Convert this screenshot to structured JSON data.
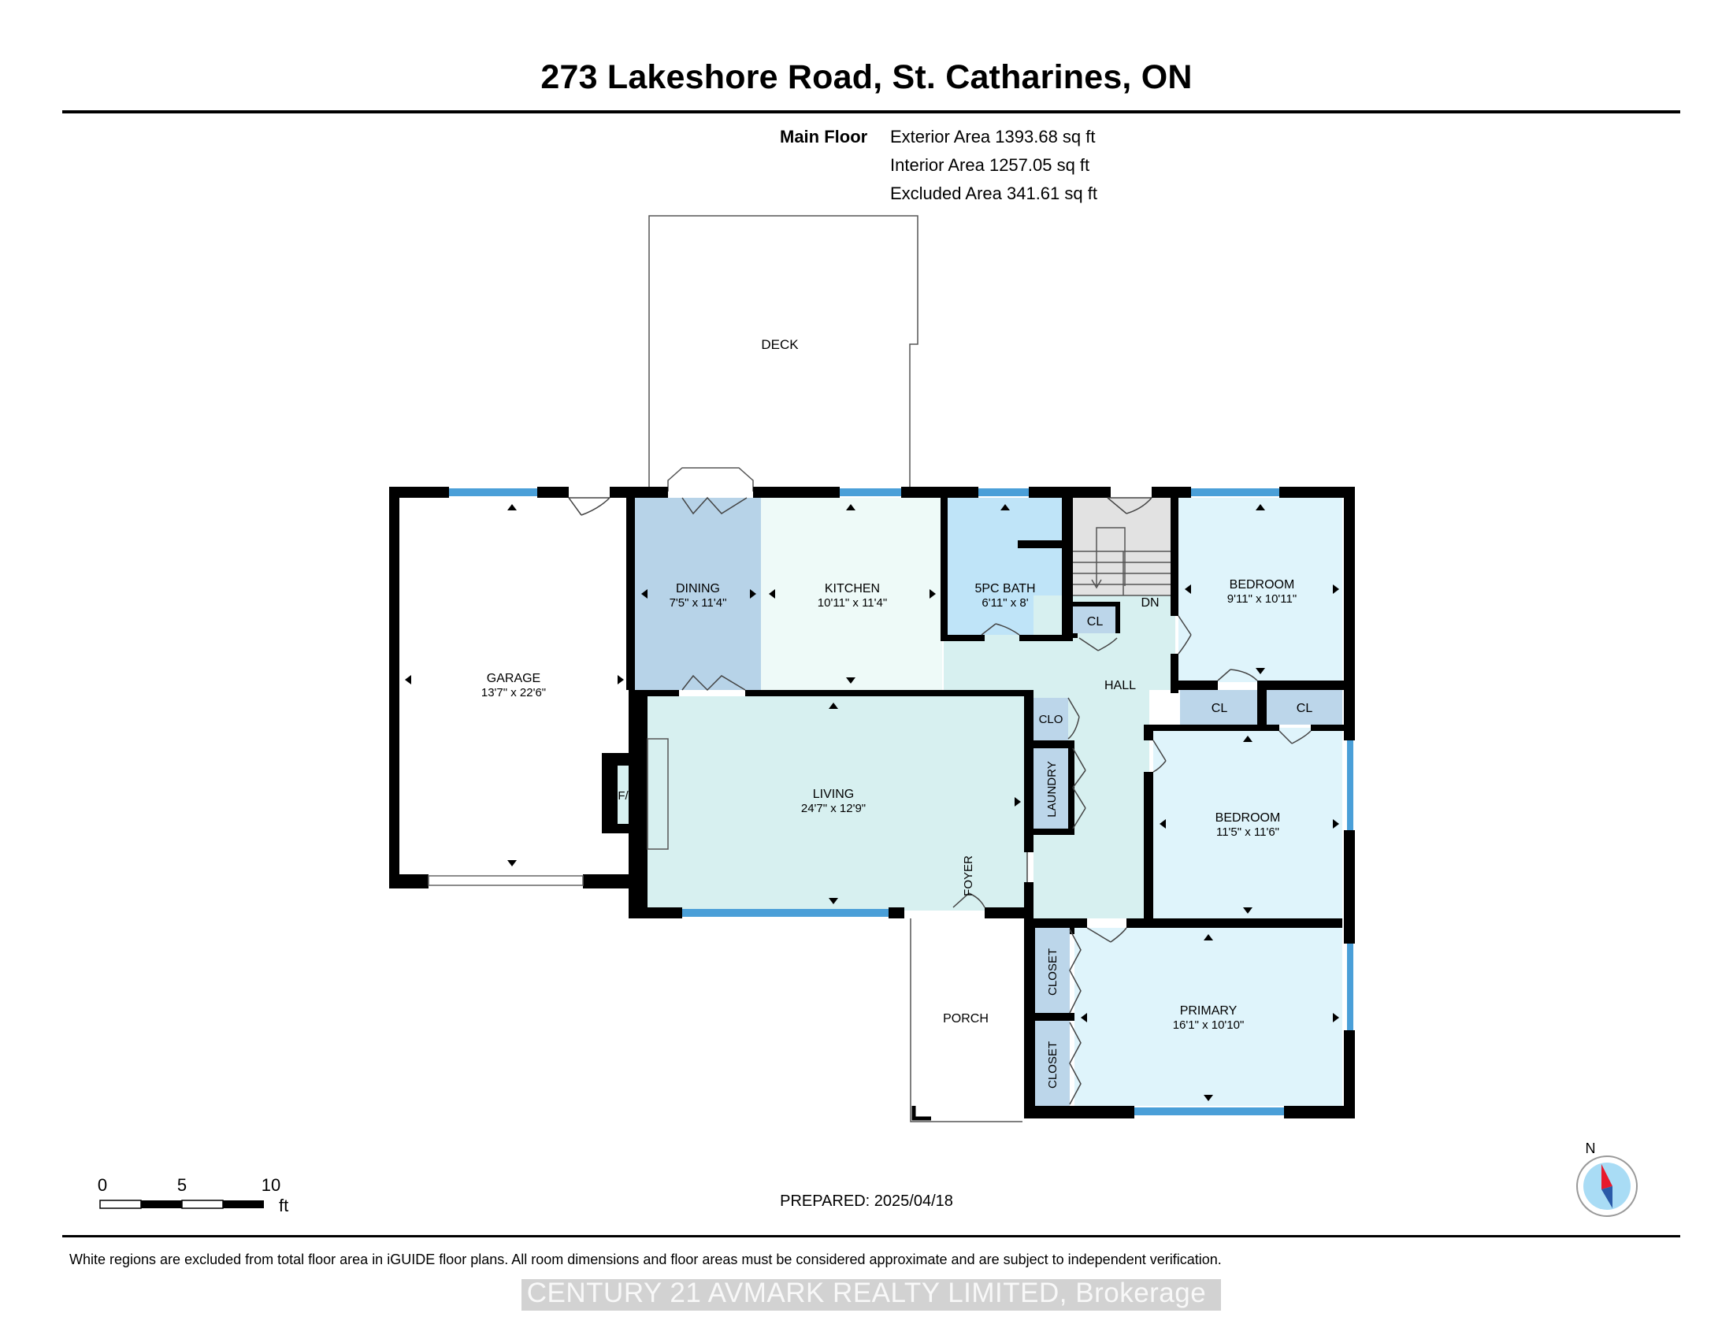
{
  "header": {
    "title": "273 Lakeshore Road, St. Catharines, ON"
  },
  "floor": {
    "name": "Main Floor",
    "exterior_area": "Exterior Area 1393.68 sq ft",
    "interior_area": "Interior Area 1257.05 sq ft",
    "excluded_area": "Excluded Area 341.61 sq ft"
  },
  "rooms": {
    "deck": "DECK",
    "garage": {
      "name": "GARAGE",
      "dims": "13'7\" x 22'6\""
    },
    "fireplace": "F/P",
    "dining": {
      "name": "DINING",
      "dims": "7'5\" x 11'4\""
    },
    "kitchen": {
      "name": "KITCHEN",
      "dims": "10'11\" x 11'4\""
    },
    "bath": {
      "name": "5PC BATH",
      "dims": "6'11\" x 8'"
    },
    "stairs": "DN",
    "cl_hall": "CL",
    "bedroom1": {
      "name": "BEDROOM",
      "dims": "9'11\" x 10'11\""
    },
    "hall": "HALL",
    "cl_a": "CL",
    "cl_b": "CL",
    "clo": "CLO",
    "laundry": "LAUNDRY",
    "living": {
      "name": "LIVING",
      "dims": "24'7\" x 12'9\""
    },
    "foyer": "FOYER",
    "bedroom2": {
      "name": "BEDROOM",
      "dims": "11'5\" x 11'6\""
    },
    "closet1": "CLOSET",
    "closet2": "CLOSET",
    "primary": {
      "name": "PRIMARY",
      "dims": "16'1\" x 10'10\""
    },
    "porch": "PORCH"
  },
  "scale_bar": {
    "tick0": "0",
    "tick5": "5",
    "tick10": "10",
    "unit": "ft"
  },
  "compass_label": "N",
  "prepared": "PREPARED: 2025/04/18",
  "disclaimer": "White regions are excluded from total floor area in iGUIDE floor plans. All room dimensions and floor areas must be considered approximate and are subject to independent verification.",
  "watermark": "CENTURY 21 AVMARK REALTY LIMITED, Brokerage",
  "colors": {
    "wall": "#000000",
    "window": "#4a9fd8",
    "dining": "#b7d3e8",
    "kitchen": "#eefaf8",
    "bath": "#bfe4f8",
    "bedroom": "#dff4fb",
    "hall": "#d7f0f0",
    "closet": "#bcd6ea",
    "stair": "#e2e2e2"
  }
}
